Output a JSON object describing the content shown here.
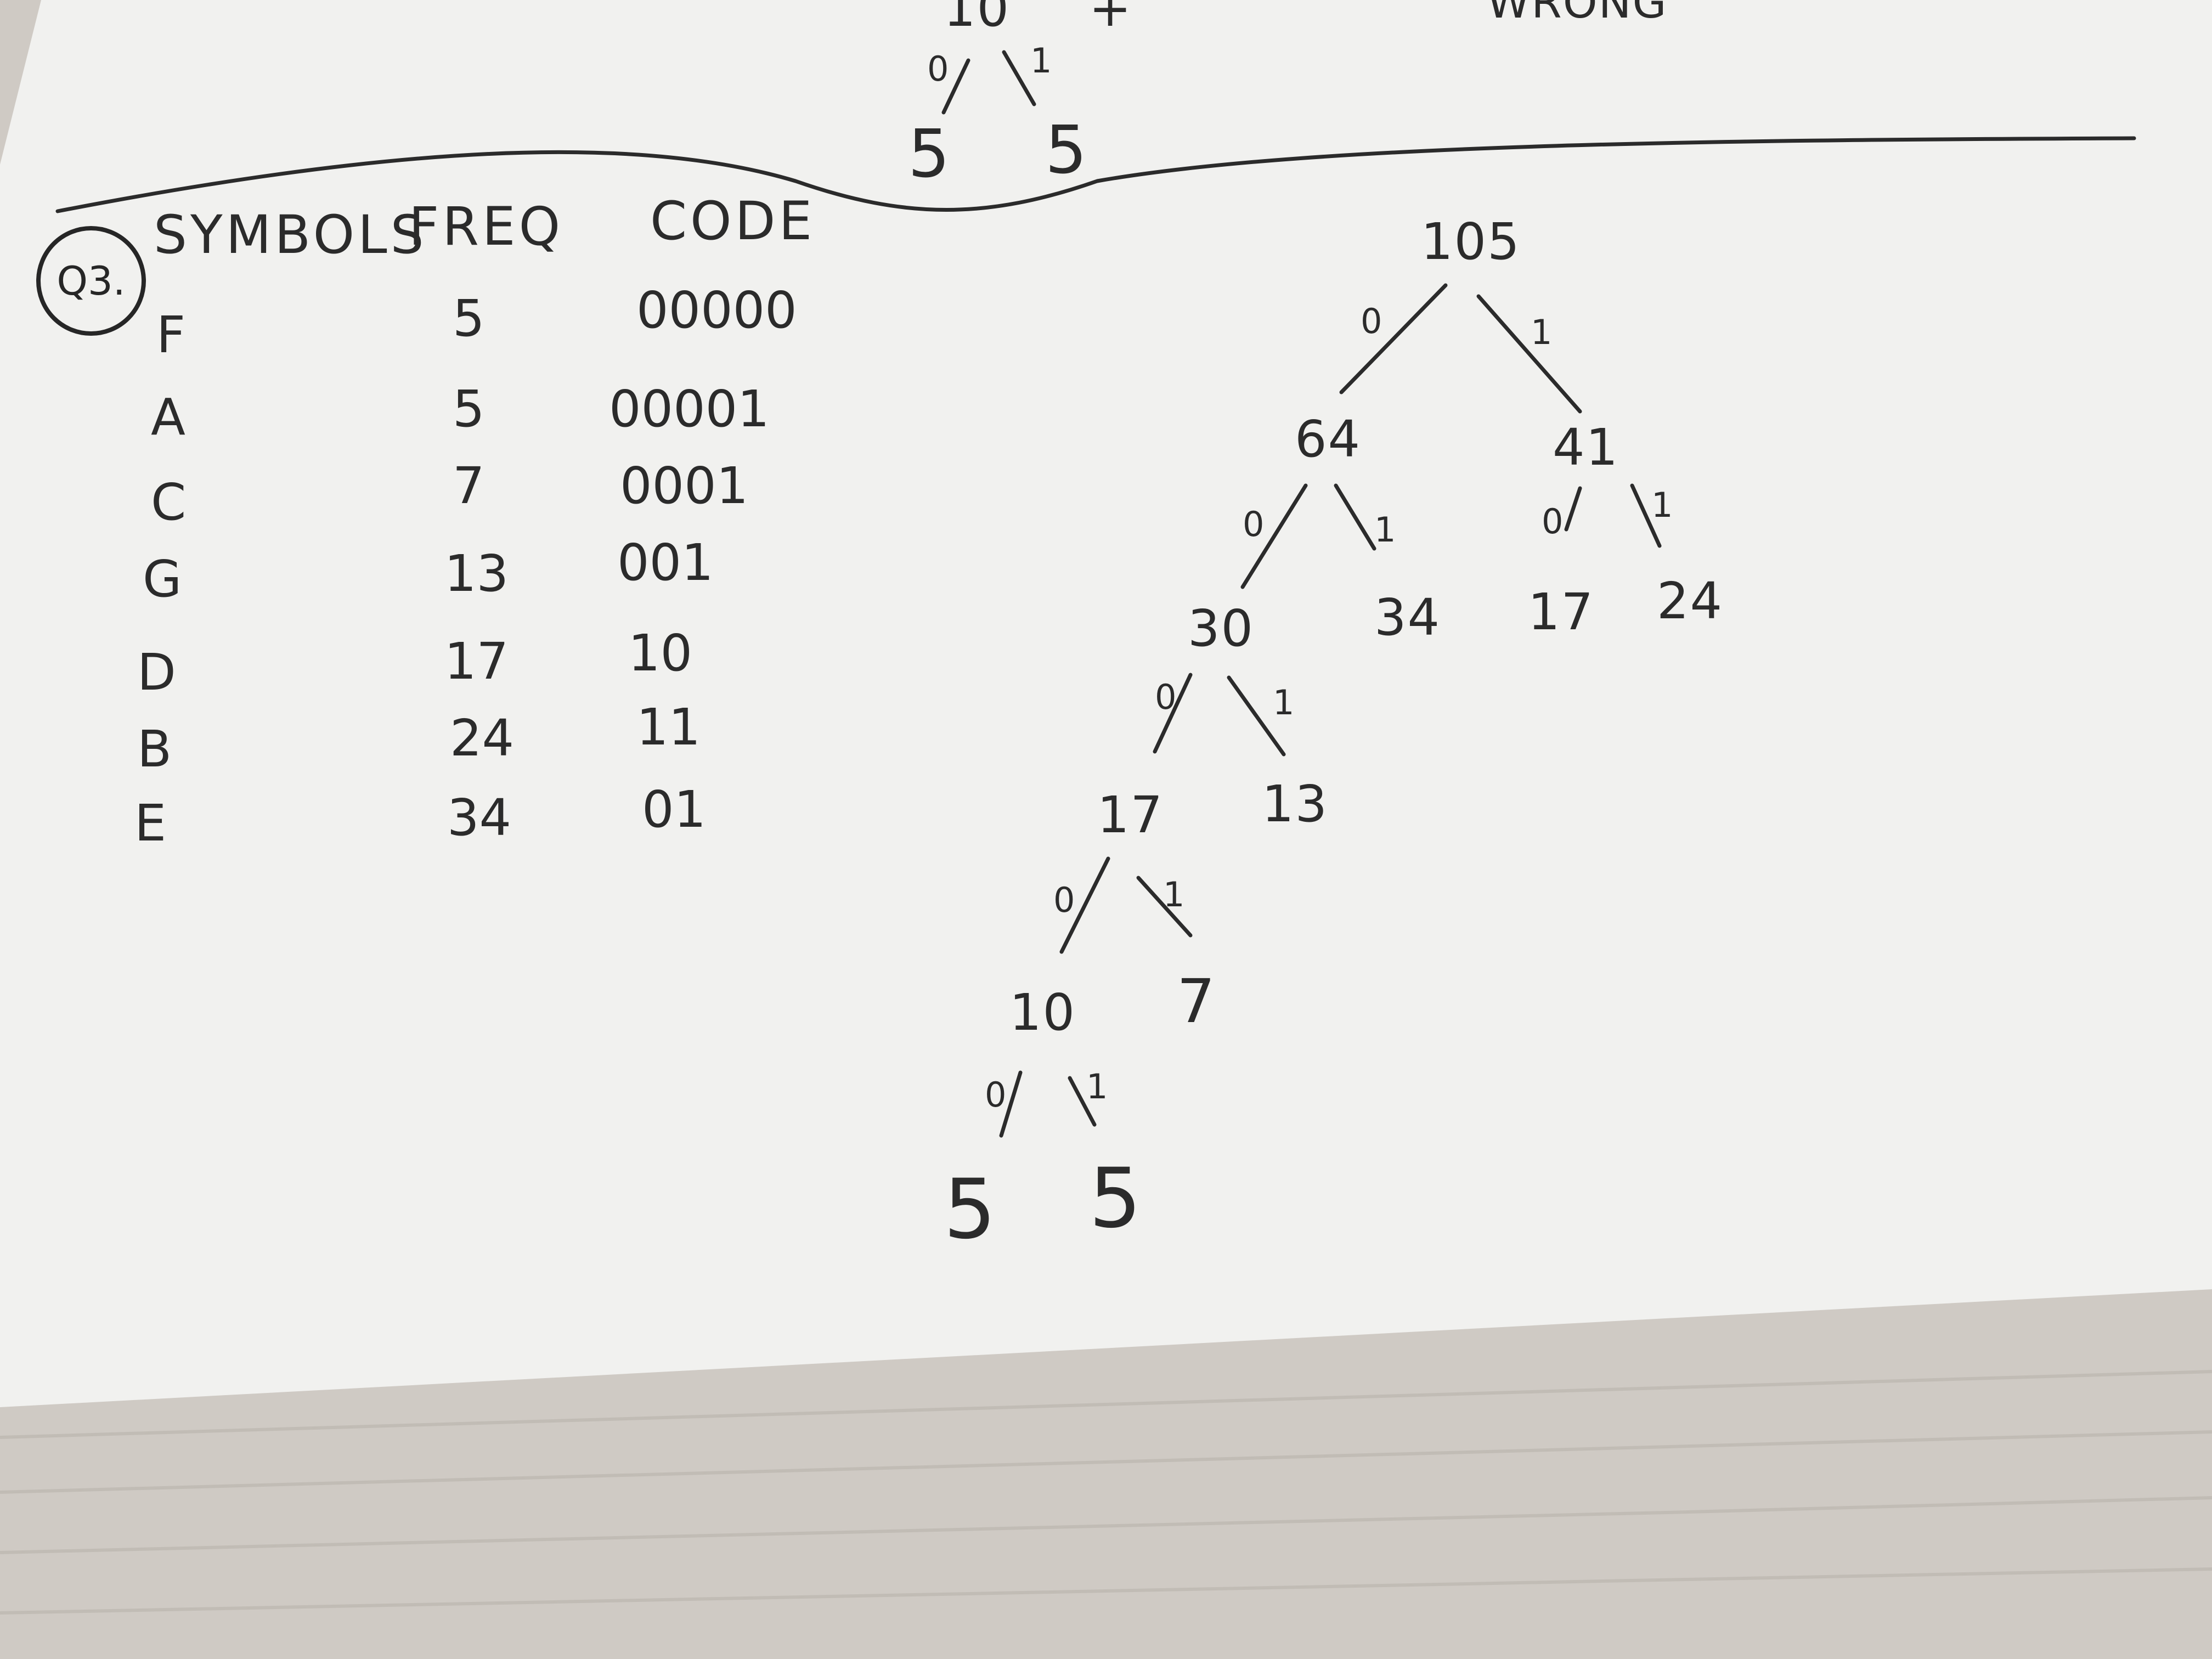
{
  "colors": {
    "paper": "#f1f1ef",
    "ink": "#2b2b2b",
    "desk": "#cfcac4",
    "desk_grain": "#b7b1aa"
  },
  "top_fragment": {
    "node": "10",
    "plus": "+",
    "wrong": "WRONG",
    "edge0": "0",
    "edge1": "1",
    "leaf_left": "5",
    "leaf_right": "5"
  },
  "question": {
    "number": "Q3."
  },
  "table": {
    "headers": [
      "SYMBOLS",
      "FREQ",
      "CODE"
    ],
    "rows": [
      {
        "symbol": "F",
        "freq": "5",
        "code": "00000"
      },
      {
        "symbol": "A",
        "freq": "5",
        "code": "00001"
      },
      {
        "symbol": "C",
        "freq": "7",
        "code": "0001"
      },
      {
        "symbol": "G",
        "freq": "13",
        "code": "001"
      },
      {
        "symbol": "D",
        "freq": "17",
        "code": "10"
      },
      {
        "symbol": "B",
        "freq": "24",
        "code": "11"
      },
      {
        "symbol": "E",
        "freq": "34",
        "code": "01"
      }
    ]
  },
  "tree": {
    "nodes": {
      "root": "105",
      "n64": "64",
      "n41": "41",
      "n30": "30",
      "n34": "34",
      "n17a": "17",
      "n24": "24",
      "n17b": "17",
      "n13": "13",
      "n10": "10",
      "n7": "7",
      "leaf_a": "5",
      "leaf_b": "5"
    },
    "bits": {
      "b_root_0": "0",
      "b_root_1": "1",
      "b64_0": "0",
      "b64_1": "1",
      "b41_0": "0",
      "b41_1": "1",
      "b30_0": "0",
      "b30_1": "1",
      "b17_0": "0",
      "b17_1": "1",
      "b10_0": "0",
      "b10_1": "1"
    }
  }
}
